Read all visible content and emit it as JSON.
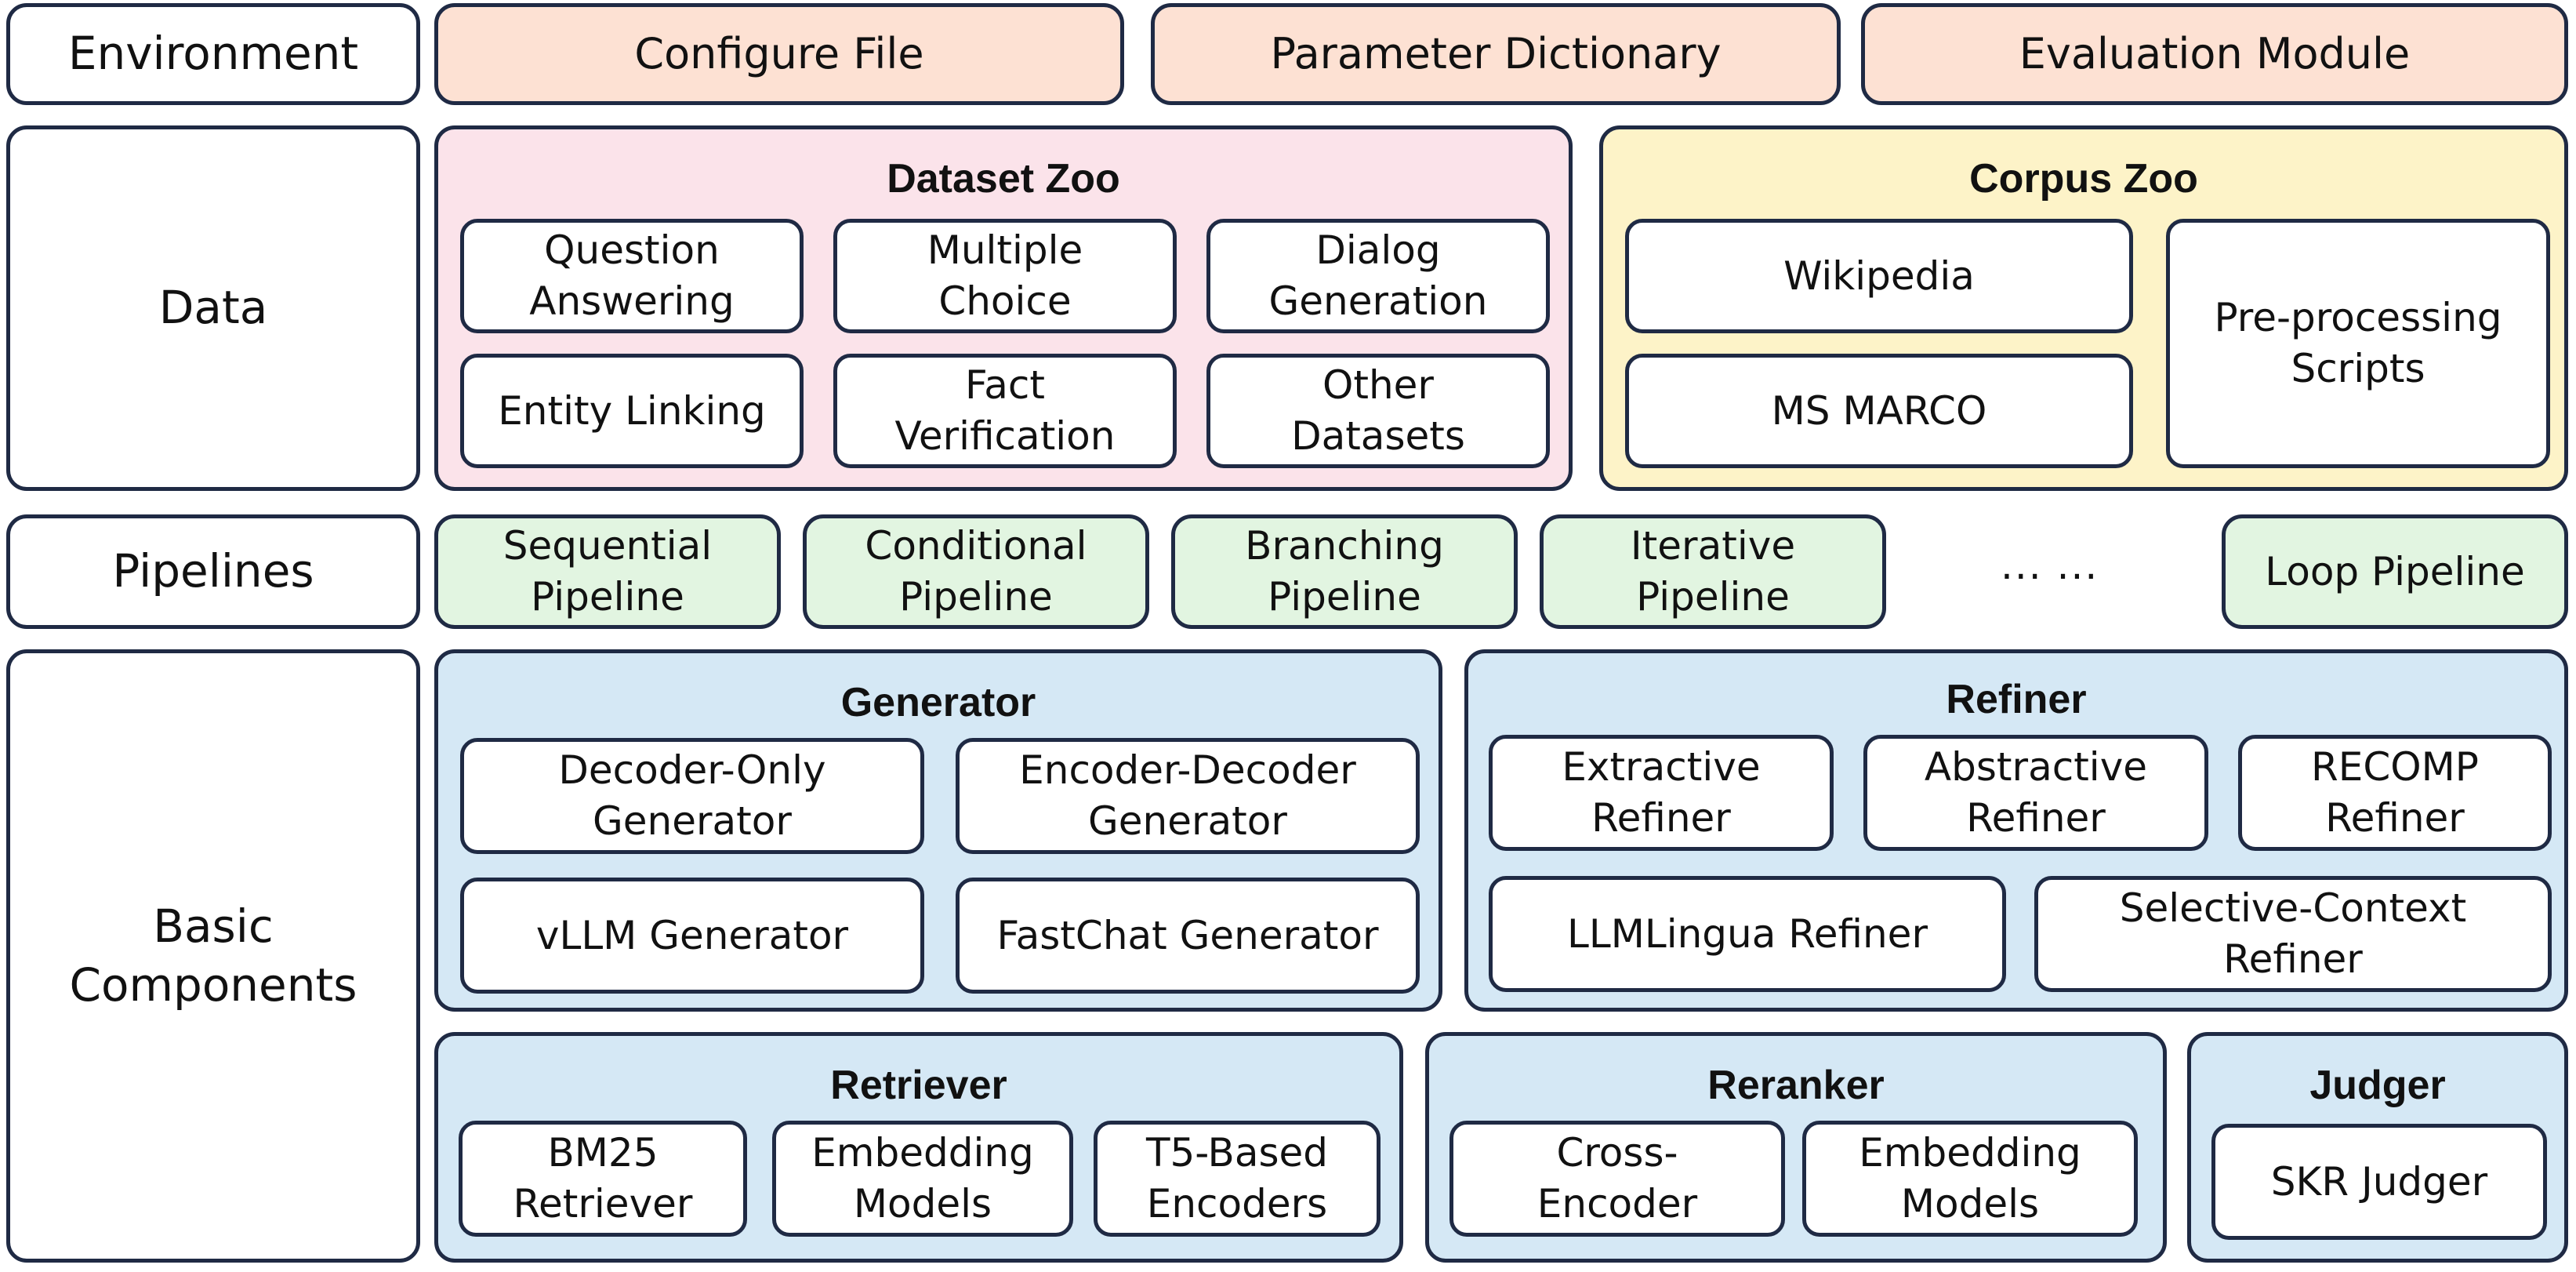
{
  "rows": {
    "environment": "Environment",
    "data": "Data",
    "pipelines": "Pipelines",
    "basic_components": "Basic\nComponents"
  },
  "environment": [
    "Configure File",
    "Parameter Dictionary",
    "Evaluation Module"
  ],
  "dataset_zoo": {
    "title": "Dataset Zoo",
    "items": [
      "Question\nAnswering",
      "Multiple\nChoice",
      "Dialog\nGeneration",
      "Entity Linking",
      "Fact\nVerification",
      "Other\nDatasets"
    ]
  },
  "corpus_zoo": {
    "title": "Corpus Zoo",
    "items": [
      "Wikipedia",
      "MS MARCO",
      "Pre-processing\nScripts"
    ]
  },
  "pipelines": [
    "Sequential\nPipeline",
    "Conditional\nPipeline",
    "Branching\nPipeline",
    "Iterative\nPipeline",
    "Loop Pipeline"
  ],
  "pipelines_ellipsis": "... ...",
  "generator": {
    "title": "Generator",
    "items": [
      "Decoder-Only\nGenerator",
      "Encoder-Decoder\nGenerator",
      "vLLM Generator",
      "FastChat Generator"
    ]
  },
  "refiner": {
    "title": "Refiner",
    "items": [
      "Extractive\nRefiner",
      "Abstractive\nRefiner",
      "RECOMP\nRefiner",
      "LLMLingua Refiner",
      "Selective-Context\nRefiner"
    ]
  },
  "retriever": {
    "title": "Retriever",
    "items": [
      "BM25\nRetriever",
      "Embedding\nModels",
      "T5-Based\nEncoders"
    ]
  },
  "reranker": {
    "title": "Reranker",
    "items": [
      "Cross-\nEncoder",
      "Embedding\nModels"
    ]
  },
  "judger": {
    "title": "Judger",
    "items": [
      "SKR Judger"
    ]
  },
  "colors": {
    "environment_fill": "#fde1d3",
    "dataset_fill": "#fbe3ea",
    "corpus_fill": "#fdf3c8",
    "pipeline_fill": "#e2f5e1",
    "component_fill": "#d5e8f5",
    "border": "#1f2a44"
  }
}
